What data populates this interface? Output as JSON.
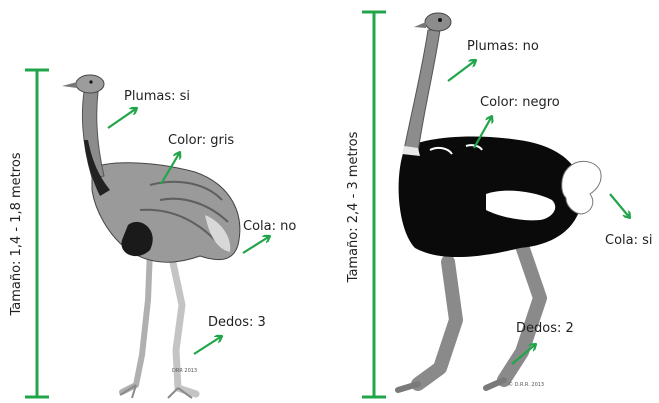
{
  "colors": {
    "accent_green": "#21a54a",
    "rhea_body": "#9a9a9a",
    "ostrich_body": "#0a0a0a",
    "ostrich_neck": "#8c8c8c",
    "text": "#222222"
  },
  "rhea": {
    "size_label": "Tamaño: 1,4 - 1,8 metros",
    "feathers_label": "Plumas: si",
    "color_label": "Color: gris",
    "tail_label": "Cola: no",
    "toes_label": "Dedos: 3",
    "credit": "DRR 2013"
  },
  "ostrich": {
    "size_label": "Tamaño: 2,4 - 3 metros",
    "feathers_label": "Plumas: no",
    "color_label": "Color: negro",
    "tail_label": "Cola: si",
    "toes_label": "Dedos: 2",
    "credit": "© D.R.R. 2013"
  }
}
